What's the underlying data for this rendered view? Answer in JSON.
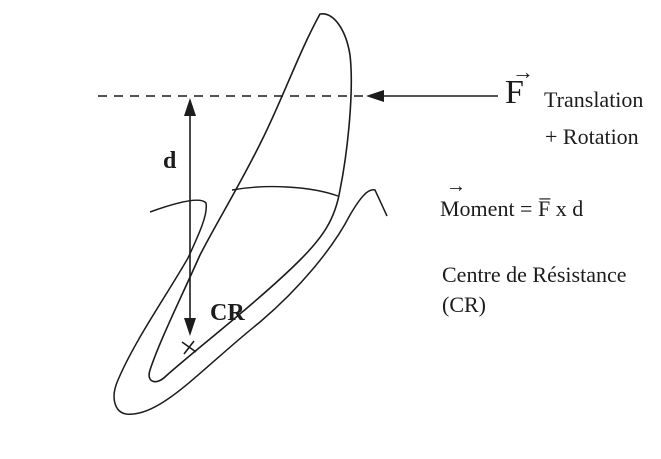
{
  "diagram": {
    "force_symbol": "F",
    "force_arrow": "→",
    "force_effect_line1": "Translation",
    "force_effect_line2": "+ Rotation",
    "moment_arrow": "→",
    "moment_formula": "Moment = F̅ x d",
    "centre_label": "Centre de Résistance",
    "centre_abbrev": "(CR)",
    "distance_label": "d",
    "cr_label": "CR"
  },
  "colors": {
    "ink": "#1c1c1c",
    "background": "#ffffff"
  }
}
